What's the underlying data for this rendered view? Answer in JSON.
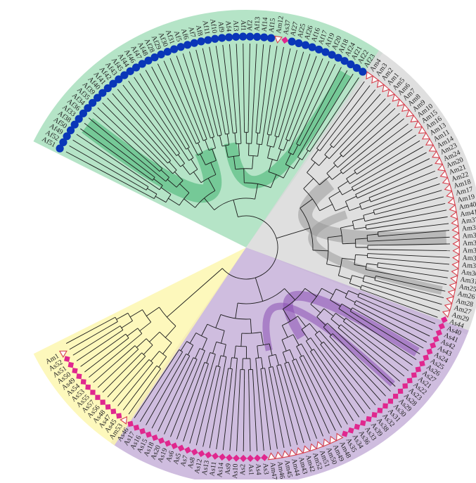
{
  "tree": {
    "leaves": [
      {
        "label": "Af51",
        "marker": "circle"
      },
      {
        "label": "Af52",
        "marker": "circle"
      },
      {
        "label": "Af49",
        "marker": "circle"
      },
      {
        "label": "Af50",
        "marker": "circle"
      },
      {
        "label": "Af38",
        "marker": "circle"
      },
      {
        "label": "Af33",
        "marker": "circle"
      },
      {
        "label": "Af36",
        "marker": "circle"
      },
      {
        "label": "Af34",
        "marker": "circle"
      },
      {
        "label": "Af35",
        "marker": "circle"
      },
      {
        "label": "Af39",
        "marker": "circle"
      },
      {
        "label": "Af40",
        "marker": "circle"
      },
      {
        "label": "Af41",
        "marker": "circle"
      },
      {
        "label": "Af42",
        "marker": "circle"
      },
      {
        "label": "Af43",
        "marker": "circle"
      },
      {
        "label": "Af45",
        "marker": "circle"
      },
      {
        "label": "Af44",
        "marker": "circle"
      },
      {
        "label": "Af46",
        "marker": "circle"
      },
      {
        "label": "Af47",
        "marker": "circle"
      },
      {
        "label": "Af48",
        "marker": "circle"
      },
      {
        "label": "Af28",
        "marker": "circle"
      },
      {
        "label": "Af29",
        "marker": "circle"
      },
      {
        "label": "Af30",
        "marker": "circle"
      },
      {
        "label": "Af31",
        "marker": "circle"
      },
      {
        "label": "Af5",
        "marker": "circle"
      },
      {
        "label": "Af6",
        "marker": "circle"
      },
      {
        "label": "Af7",
        "marker": "circle"
      },
      {
        "label": "Af8",
        "marker": "circle"
      },
      {
        "label": "Af11",
        "marker": "circle"
      },
      {
        "label": "Af10",
        "marker": "circle"
      },
      {
        "label": "Af9",
        "marker": "circle"
      },
      {
        "label": "Af4",
        "marker": "circle"
      },
      {
        "label": "Af3",
        "marker": "circle"
      },
      {
        "label": "Af1",
        "marker": "circle"
      },
      {
        "label": "Af2",
        "marker": "circle"
      },
      {
        "label": "Af13",
        "marker": "circle"
      },
      {
        "label": "Af14",
        "marker": "circle"
      },
      {
        "label": "Af15",
        "marker": "circle"
      },
      {
        "label": "Am12",
        "marker": "triangle"
      },
      {
        "label": "As37",
        "marker": "diamond"
      },
      {
        "label": "Af27",
        "marker": "circle"
      },
      {
        "label": "Af25",
        "marker": "circle"
      },
      {
        "label": "Af26",
        "marker": "circle"
      },
      {
        "label": "Af16",
        "marker": "circle"
      },
      {
        "label": "Af17",
        "marker": "circle"
      },
      {
        "label": "Af19",
        "marker": "circle"
      },
      {
        "label": "Af20",
        "marker": "circle"
      },
      {
        "label": "Af18",
        "marker": "circle"
      },
      {
        "label": "Af24",
        "marker": "circle"
      },
      {
        "label": "Af21",
        "marker": "circle"
      },
      {
        "label": "Af22",
        "marker": "circle"
      },
      {
        "label": "Af23",
        "marker": "circle"
      },
      {
        "label": "Am4",
        "marker": "triangle"
      },
      {
        "label": "Am3",
        "marker": "triangle"
      },
      {
        "label": "Am2",
        "marker": "triangle"
      },
      {
        "label": "Am1",
        "marker": "triangle"
      },
      {
        "label": "Am5",
        "marker": "triangle"
      },
      {
        "label": "Am6",
        "marker": "triangle"
      },
      {
        "label": "Am7",
        "marker": "triangle"
      },
      {
        "label": "Am8",
        "marker": "triangle"
      },
      {
        "label": "Am9",
        "marker": "triangle"
      },
      {
        "label": "Am10",
        "marker": "triangle"
      },
      {
        "label": "Am15",
        "marker": "triangle"
      },
      {
        "label": "Am16",
        "marker": "triangle"
      },
      {
        "label": "Am13",
        "marker": "triangle"
      },
      {
        "label": "Am11",
        "marker": "triangle"
      },
      {
        "label": "Am14",
        "marker": "triangle"
      },
      {
        "label": "Am23",
        "marker": "triangle"
      },
      {
        "label": "Am24",
        "marker": "triangle"
      },
      {
        "label": "Am20",
        "marker": "triangle"
      },
      {
        "label": "Am21",
        "marker": "triangle"
      },
      {
        "label": "Am22",
        "marker": "triangle"
      },
      {
        "label": "Am18",
        "marker": "triangle"
      },
      {
        "label": "Am17",
        "marker": "triangle"
      },
      {
        "label": "Am19",
        "marker": "triangle"
      },
      {
        "label": "Am40",
        "marker": "triangle"
      },
      {
        "label": "Am41",
        "marker": "triangle"
      },
      {
        "label": "Am37",
        "marker": "triangle"
      },
      {
        "label": "Am39",
        "marker": "triangle"
      },
      {
        "label": "Am38",
        "marker": "triangle"
      },
      {
        "label": "Am36",
        "marker": "triangle"
      },
      {
        "label": "Am32",
        "marker": "triangle"
      },
      {
        "label": "Am34",
        "marker": "triangle"
      },
      {
        "label": "Am33",
        "marker": "triangle"
      },
      {
        "label": "Am30",
        "marker": "triangle"
      },
      {
        "label": "Am31",
        "marker": "triangle"
      },
      {
        "label": "Am25",
        "marker": "triangle"
      },
      {
        "label": "Am26",
        "marker": "triangle"
      },
      {
        "label": "Am28",
        "marker": "triangle"
      },
      {
        "label": "Am27",
        "marker": "triangle"
      },
      {
        "label": "Am29",
        "marker": "triangle"
      },
      {
        "label": "As44",
        "marker": "diamond"
      },
      {
        "label": "As40",
        "marker": "diamond"
      },
      {
        "label": "As41",
        "marker": "diamond"
      },
      {
        "label": "As42",
        "marker": "diamond"
      },
      {
        "label": "As43",
        "marker": "diamond"
      },
      {
        "label": "As24",
        "marker": "diamond"
      },
      {
        "label": "As25",
        "marker": "diamond"
      },
      {
        "label": "As26",
        "marker": "diamond"
      },
      {
        "label": "As27",
        "marker": "diamond"
      },
      {
        "label": "As21",
        "marker": "diamond"
      },
      {
        "label": "As22",
        "marker": "diamond"
      },
      {
        "label": "As23",
        "marker": "diamond"
      },
      {
        "label": "As28",
        "marker": "diamond"
      },
      {
        "label": "As29",
        "marker": "diamond"
      },
      {
        "label": "As30",
        "marker": "diamond"
      },
      {
        "label": "As31",
        "marker": "diamond"
      },
      {
        "label": "As32",
        "marker": "diamond"
      },
      {
        "label": "As38",
        "marker": "diamond"
      },
      {
        "label": "As39",
        "marker": "diamond"
      },
      {
        "label": "As33",
        "marker": "diamond"
      },
      {
        "label": "As36",
        "marker": "diamond"
      },
      {
        "label": "As34",
        "marker": "diamond"
      },
      {
        "label": "As35",
        "marker": "diamond"
      },
      {
        "label": "Am48",
        "marker": "triangle"
      },
      {
        "label": "Am49",
        "marker": "triangle"
      },
      {
        "label": "Am50",
        "marker": "triangle"
      },
      {
        "label": "Am51",
        "marker": "triangle"
      },
      {
        "label": "Am52",
        "marker": "triangle"
      },
      {
        "label": "Am42",
        "marker": "triangle"
      },
      {
        "label": "Am43",
        "marker": "triangle"
      },
      {
        "label": "Am44",
        "marker": "triangle"
      },
      {
        "label": "Am45",
        "marker": "triangle"
      },
      {
        "label": "Am46",
        "marker": "triangle"
      },
      {
        "label": "Am47",
        "marker": "triangle"
      },
      {
        "label": "As3",
        "marker": "diamond"
      },
      {
        "label": "As4",
        "marker": "diamond"
      },
      {
        "label": "As1",
        "marker": "diamond"
      },
      {
        "label": "As2",
        "marker": "diamond"
      },
      {
        "label": "As10",
        "marker": "diamond"
      },
      {
        "label": "As9",
        "marker": "diamond"
      },
      {
        "label": "As14",
        "marker": "diamond"
      },
      {
        "label": "As11",
        "marker": "diamond"
      },
      {
        "label": "As13",
        "marker": "diamond"
      },
      {
        "label": "As12",
        "marker": "diamond"
      },
      {
        "label": "As8",
        "marker": "diamond"
      },
      {
        "label": "As7",
        "marker": "diamond"
      },
      {
        "label": "As5",
        "marker": "diamond"
      },
      {
        "label": "As6",
        "marker": "diamond"
      },
      {
        "label": "As19",
        "marker": "diamond"
      },
      {
        "label": "As20",
        "marker": "diamond"
      },
      {
        "label": "As18",
        "marker": "diamond"
      },
      {
        "label": "As15",
        "marker": "diamond"
      },
      {
        "label": "As16",
        "marker": "diamond"
      },
      {
        "label": "As17",
        "marker": "diamond"
      },
      {
        "label": "As46",
        "marker": "diamond"
      },
      {
        "label": "Am53",
        "marker": "triangle"
      },
      {
        "label": "As45",
        "marker": "diamond"
      },
      {
        "label": "As47",
        "marker": "diamond"
      },
      {
        "label": "As48",
        "marker": "diamond"
      },
      {
        "label": "As56",
        "marker": "diamond"
      },
      {
        "label": "As57",
        "marker": "diamond"
      },
      {
        "label": "As55",
        "marker": "diamond"
      },
      {
        "label": "As53",
        "marker": "diamond"
      },
      {
        "label": "As54",
        "marker": "diamond"
      },
      {
        "label": "As49",
        "marker": "diamond"
      },
      {
        "label": "As50",
        "marker": "diamond"
      },
      {
        "label": "As51",
        "marker": "diamond"
      },
      {
        "label": "As52",
        "marker": "diamond"
      },
      {
        "label": "Am1",
        "marker": "triangle"
      }
    ],
    "clades": [
      {
        "name": "green",
        "fill": "#a8dfbd",
        "first": 0,
        "last": 50
      },
      {
        "name": "gray",
        "fill": "#d9d9d9",
        "first": 51,
        "last": 90
      },
      {
        "name": "purple",
        "fill": "#c7b1d9",
        "first": 91,
        "last": 144
      },
      {
        "name": "yellow",
        "fill": "#fdf7b0",
        "first": 145,
        "last": 159
      }
    ],
    "colors": {
      "circle": "#0a36b8",
      "diamond": "#e0278e",
      "triangle": "#d6404d",
      "link_green": "#3fb36f",
      "link_purple": "#8b4fb3",
      "link_gray": "#999999"
    }
  }
}
